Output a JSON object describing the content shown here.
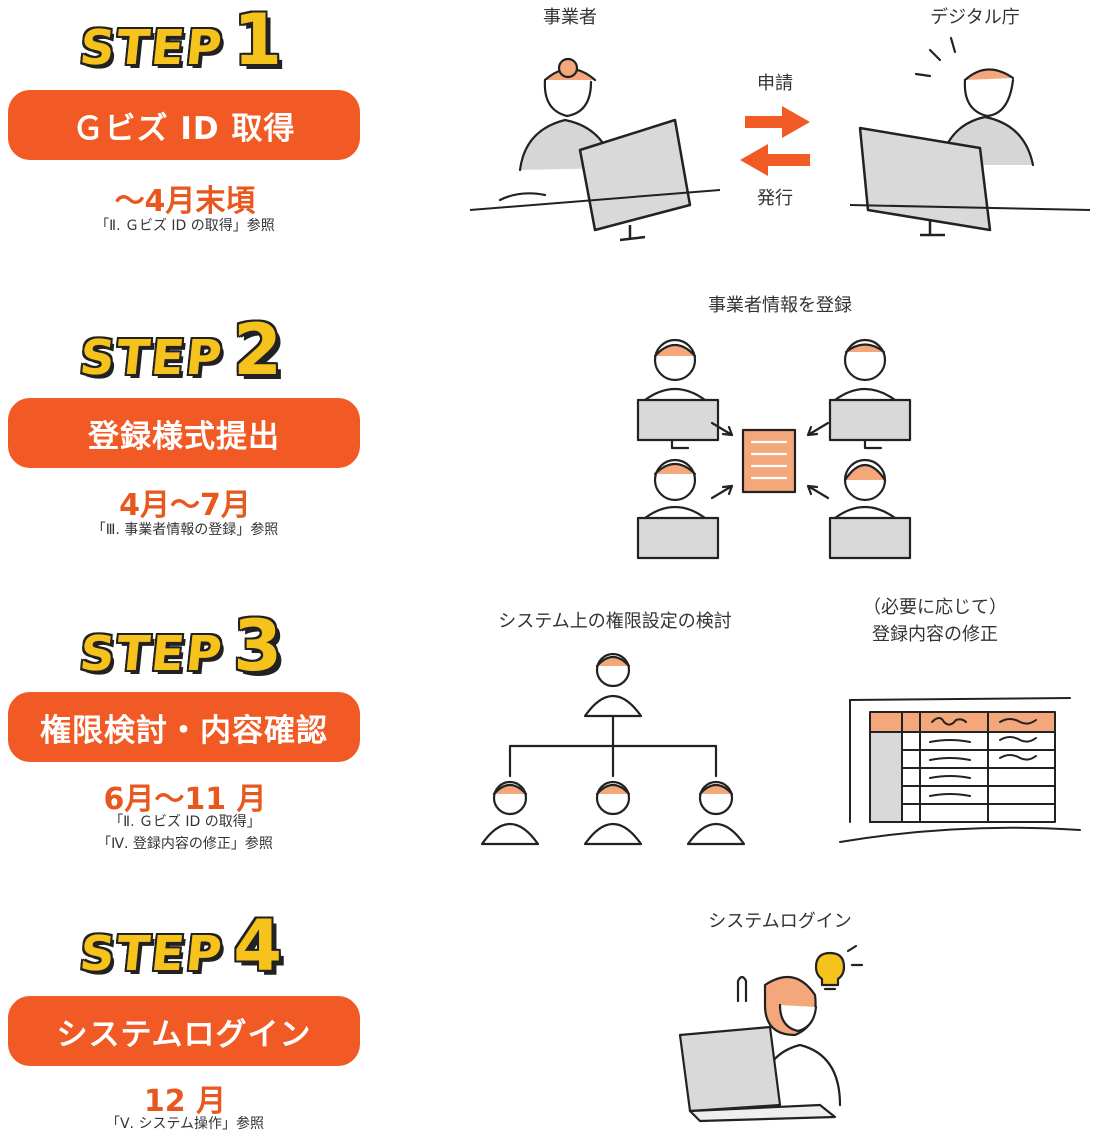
{
  "steps": [
    {
      "word": "STEP",
      "number": "1",
      "title": "Ｇビズ ID 取得",
      "period": "～4月末頃",
      "refs": [
        "「Ⅱ. Ｇビズ ID の取得」参照"
      ]
    },
    {
      "word": "STEP",
      "number": "2",
      "title": "登録様式提出",
      "period": "4月～7月",
      "refs": [
        "「Ⅲ. 事業者情報の登録」参照"
      ]
    },
    {
      "word": "STEP",
      "number": "3",
      "title": "権限検討・内容確認",
      "period": "6月～11 月",
      "refs": [
        "「Ⅱ. Ｇビズ ID の取得」",
        "「Ⅳ. 登録内容の修正」参照"
      ]
    },
    {
      "word": "STEP",
      "number": "4",
      "title": "システムログイン",
      "period": "12 月",
      "refs": [
        "「Ⅴ. システム操作」参照"
      ]
    }
  ],
  "illustrations": {
    "step1": {
      "left_label": "事業者",
      "right_label": "デジタル庁",
      "arrow_right_label": "申請",
      "arrow_left_label": "発行"
    },
    "step2": {
      "caption": "事業者情報を登録"
    },
    "step3": {
      "left_caption": "システム上の権限設定の検討",
      "right_caption_line1": "（必要に応じて）",
      "right_caption_line2": "登録内容の修正"
    },
    "step4": {
      "caption": "システムログイン"
    }
  },
  "colors": {
    "accent_orange": "#f15a24",
    "step_yellow": "#f6c21c",
    "skin": "#f3a77a",
    "line": "#222222"
  }
}
